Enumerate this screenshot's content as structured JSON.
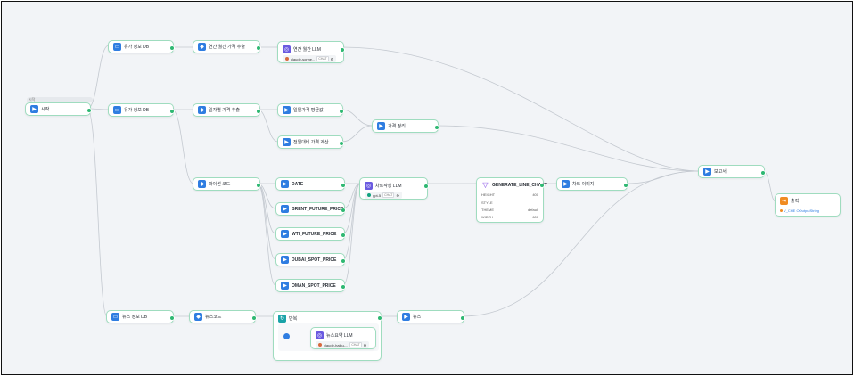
{
  "group_label": "시작",
  "nodes": {
    "start": {
      "label": "시작"
    },
    "db_price_1": {
      "label": "유가 정보 DB"
    },
    "extract_year": {
      "label": "연간 월간 가격 추출"
    },
    "llm_year": {
      "label": "연간 월간 LLM",
      "model": "claude-sonne...",
      "tag": "CHAT"
    },
    "db_price_2": {
      "label": "유가 정보 DB"
    },
    "extract_daily": {
      "label": "일자별 가격 추출"
    },
    "daily_avg": {
      "label": "일일가격 평균값"
    },
    "prev_day": {
      "label": "전일대비 가격 계산"
    },
    "price_summary": {
      "label": "가격 정리"
    },
    "python_code": {
      "label": "파이썬 코드"
    },
    "date": {
      "label": "DATE"
    },
    "brent": {
      "label": "BRENT_FUTURE_PRICE"
    },
    "wti": {
      "label": "WTI_FUTURE_PRICE"
    },
    "dubai": {
      "label": "DUBAI_SPOT_PRICE"
    },
    "oman": {
      "label": "OMAN_SPOT_PRICE"
    },
    "chart_llm": {
      "label": "차트작성 LLM",
      "model": "gpt-5",
      "tag": "CHAT"
    },
    "gen_chart": {
      "label": "GENERATE_LINE_CHART",
      "params": [
        {
          "key": "HEIGHT",
          "value": "400"
        },
        {
          "key": "STYLE",
          "value": ""
        },
        {
          "key": "THEME",
          "value": "default"
        },
        {
          "key": "WIDTH",
          "value": "600"
        }
      ]
    },
    "chart_image": {
      "label": "차트 이미지"
    },
    "report": {
      "label": "보고서"
    },
    "output": {
      "label": "출력",
      "value": "V_CHE OOutputString"
    },
    "db_news": {
      "label": "뉴스 정보 DB"
    },
    "news_code": {
      "label": "뉴스코드"
    },
    "loop": {
      "label": "반복"
    },
    "news_llm": {
      "label": "뉴스요약 LLM",
      "model": "claude-haiku-...",
      "tag": "CHAT"
    },
    "news": {
      "label": "뉴스"
    }
  },
  "colors": {
    "wire": "#c4c9d0",
    "node_border": "#9fdcbf",
    "port": "#2eb872",
    "canvas": "#f2f4f7"
  }
}
